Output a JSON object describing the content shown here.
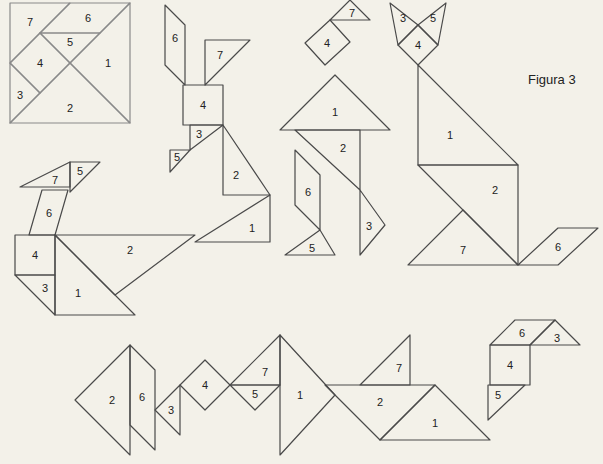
{
  "diagram": {
    "labels": [
      "7",
      "6",
      "5",
      "4",
      "1",
      "3",
      "2",
      "6",
      "7",
      "4",
      "3",
      "5",
      "2",
      "1",
      "7",
      "4",
      "1",
      "2",
      "6",
      "3",
      "5",
      "3",
      "5",
      "4",
      "1",
      "2",
      "7",
      "6",
      "Figura 3",
      "7",
      "5",
      "6",
      "4",
      "2",
      "3",
      "1",
      "2",
      "6",
      "3",
      "4",
      "7",
      "5",
      "1",
      "7",
      "6",
      "3",
      "4",
      "2",
      "5",
      "1"
    ]
  }
}
